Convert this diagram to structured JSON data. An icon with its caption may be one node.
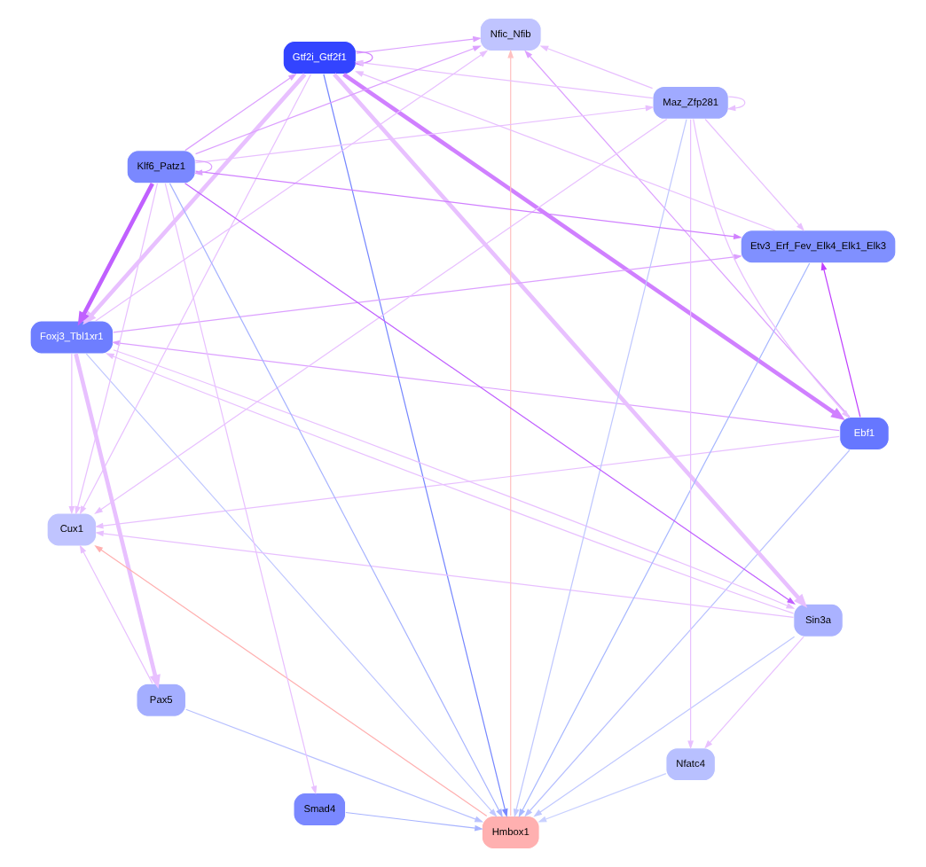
{
  "diagram": {
    "nodes": [
      {
        "text": [
          "Ebf1"
        ]
      },
      {
        "text": [
          "Gtf2i_Gtf2f1"
        ]
      },
      {
        "text": [
          "Foxj3_Tbl1xr1"
        ]
      },
      {
        "text": [
          "Cux1"
        ]
      },
      {
        "text": [
          "Sin3a"
        ]
      },
      {
        "text": [
          "Nfic_Nfib"
        ]
      },
      {
        "text": [
          "Hmbox1"
        ]
      },
      {
        "text": [
          "Nfatc4"
        ]
      },
      {
        "text": [
          "Smad4"
        ]
      },
      {
        "text": [
          "Etv3_Erf_Fev_Elk4_Elk1_Elk3"
        ]
      },
      {
        "text": [
          "Pax5"
        ]
      },
      {
        "text": [
          "Maz_Zfp281"
        ]
      },
      {
        "text": [
          "Klf6_Patz1"
        ]
      }
    ],
    "edges": [
      {
        "from": 1,
        "to": 0,
        "arrow": "to",
        "style": "thick",
        "color": "#d080ff"
      },
      {
        "from": 1,
        "to": 1,
        "arrow": "to",
        "color": "#d080ff"
      },
      {
        "from": 0,
        "to": 2,
        "arrow": "to",
        "color": "#dca0ff"
      },
      {
        "from": 1,
        "to": 2,
        "arrow": "to",
        "style": "thick"
      },
      {
        "from": 1,
        "to": 3,
        "arrow": "to"
      },
      {
        "from": 1,
        "to": 5,
        "arrow": "to",
        "color": "#dca0ff"
      },
      {
        "from": 0,
        "to": 3,
        "arrow": "to"
      },
      {
        "from": 0,
        "to": 5,
        "arrow": "to",
        "color": "#dca0ff"
      },
      {
        "from": 1,
        "to": 6,
        "arrow": "to",
        "color": "#7788ff"
      },
      {
        "from": 0,
        "to": 6,
        "arrow": "to",
        "color": "#b8c0ff"
      },
      {
        "from": 0,
        "to": 9,
        "arrow": "to",
        "color": "#c040ff"
      },
      {
        "from": 2,
        "to": 3,
        "arrow": "to"
      },
      {
        "from": 2,
        "to": 5,
        "arrow": "to"
      },
      {
        "from": 2,
        "to": 6,
        "arrow": "to",
        "color": "#c0c8ff"
      },
      {
        "from": 2,
        "to": 4,
        "arrow": "to"
      },
      {
        "from": 4,
        "to": 2,
        "arrow": "to"
      },
      {
        "from": 2,
        "to": 9,
        "arrow": "to",
        "color": "#dca0ff"
      },
      {
        "from": 12,
        "to": 2,
        "arrow": "to",
        "style": "thick",
        "color": "#c060ff"
      },
      {
        "from": 4,
        "to": 6,
        "arrow": "to",
        "color": "#c0c8ff"
      },
      {
        "from": 4,
        "to": 3,
        "arrow": "to"
      },
      {
        "from": 4,
        "to": 7,
        "arrow": "to"
      },
      {
        "from": 1,
        "to": 4,
        "arrow": "to",
        "style": "thick"
      },
      {
        "from": 7,
        "to": 6,
        "arrow": "to",
        "color": "#c8d0ff"
      },
      {
        "from": 6,
        "to": 3,
        "arrow": "to",
        "color": "#ffb0b0"
      },
      {
        "from": 6,
        "to": 5,
        "arrow": "to",
        "color": "#ffc0c0"
      },
      {
        "from": 8,
        "to": 6,
        "arrow": "to",
        "color": "#a8b4ff"
      },
      {
        "from": 10,
        "to": 6,
        "arrow": "to",
        "color": "#b8c0ff"
      },
      {
        "from": 12,
        "to": 6,
        "arrow": "to",
        "color": "#a8b4ff"
      },
      {
        "from": 11,
        "to": 6,
        "arrow": "to",
        "color": "#c0c8ff"
      },
      {
        "from": 9,
        "to": 6,
        "arrow": "to",
        "color": "#a8b8ff"
      },
      {
        "from": 12,
        "to": 1,
        "arrow": "to",
        "color": "#dca0ff"
      },
      {
        "from": 12,
        "to": 3,
        "arrow": "to"
      },
      {
        "from": 11,
        "to": 3,
        "arrow": "to"
      },
      {
        "from": 11,
        "to": 5,
        "arrow": "to"
      },
      {
        "from": 12,
        "to": 5,
        "arrow": "to",
        "color": "#dca0ff"
      },
      {
        "from": 10,
        "to": 3,
        "arrow": "to"
      },
      {
        "from": 12,
        "to": 8,
        "arrow": "to"
      },
      {
        "from": 11,
        "to": 1,
        "arrow": "to"
      },
      {
        "from": 11,
        "to": 9,
        "arrow": "to"
      },
      {
        "from": 12,
        "to": 9,
        "arrow": "to",
        "color": "#d080ff"
      },
      {
        "from": 12,
        "to": 11,
        "arrow": "to"
      },
      {
        "from": 11,
        "to": 11,
        "arrow": "to"
      },
      {
        "from": 12,
        "to": 12,
        "arrow": "to",
        "color": "#dca0ff"
      },
      {
        "from": 12,
        "to": 4,
        "arrow": "to",
        "color": "#c060ff"
      },
      {
        "from": 11,
        "to": 7,
        "arrow": "to"
      },
      {
        "from": 2,
        "to": 10,
        "arrow": "to",
        "style": "thick"
      },
      {
        "from": 11,
        "to": 0,
        "arrow": "to"
      },
      {
        "from": 9,
        "to": 1,
        "arrow": "to"
      }
    ]
  }
}
